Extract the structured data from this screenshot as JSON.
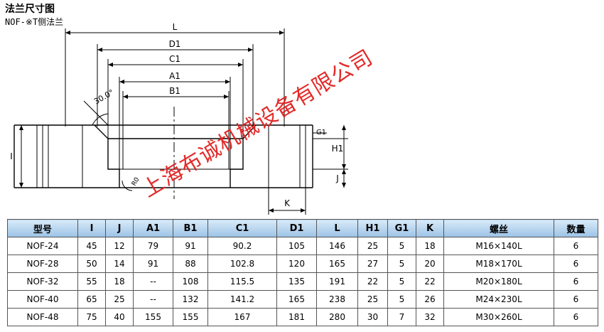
{
  "header": {
    "title": "法兰尺寸图",
    "subtitle": "NOF-※T侧法兰"
  },
  "drawing": {
    "dimension_labels": {
      "L": "L",
      "D1": "D1",
      "C1": "C1",
      "A1": "A1",
      "B1": "B1",
      "I": "I",
      "J": "J",
      "K": "K",
      "H1": "H1",
      "G1": "G1",
      "angle_top": "30.0°",
      "angle_bottom": "R0"
    }
  },
  "table": {
    "headers": [
      "型号",
      "I",
      "J",
      "A1",
      "B1",
      "C1",
      "D1",
      "L",
      "H1",
      "G1",
      "K",
      "螺丝",
      "数量"
    ],
    "rows": [
      [
        "NOF-24",
        "45",
        "12",
        "79",
        "91",
        "90.2",
        "105",
        "146",
        "25",
        "5",
        "18",
        "M16×140L",
        "6"
      ],
      [
        "NOF-28",
        "50",
        "14",
        "91",
        "88",
        "102.8",
        "120",
        "165",
        "27",
        "5",
        "20",
        "M18×170L",
        "6"
      ],
      [
        "NOF-32",
        "55",
        "18",
        "--",
        "108",
        "115.5",
        "135",
        "191",
        "22",
        "5",
        "22",
        "M20×180L",
        "6"
      ],
      [
        "NOF-40",
        "65",
        "25",
        "--",
        "132",
        "141.2",
        "165",
        "238",
        "25",
        "5",
        "26",
        "M24×230L",
        "6"
      ],
      [
        "NOF-48",
        "75",
        "40",
        "155",
        "155",
        "167",
        "181",
        "280",
        "30",
        "7",
        "32",
        "M30×260L",
        "6"
      ]
    ]
  },
  "watermark": {
    "text": "上海布诚机械设备有限公司",
    "color": "#e21f1f"
  }
}
